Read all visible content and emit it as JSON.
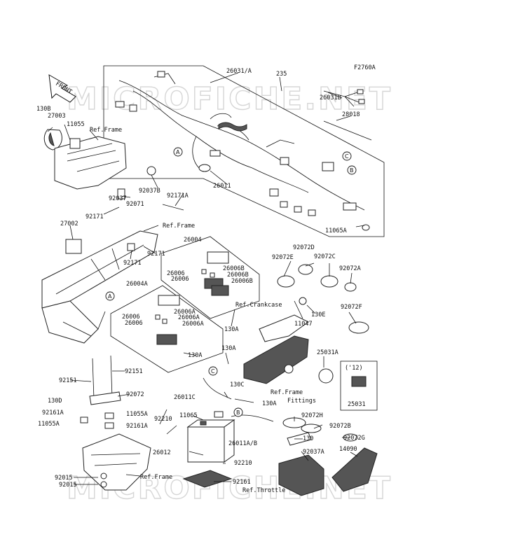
{
  "figure_code": "F2760A",
  "front_arrow": "FRONT",
  "watermark": "MICROFICHE.NET",
  "year_note": "('12)",
  "part_labels": [
    {
      "id": "l1",
      "text": "26031/A"
    },
    {
      "id": "l2",
      "text": "235"
    },
    {
      "id": "l3",
      "text": "26031B"
    },
    {
      "id": "l4",
      "text": "28018"
    },
    {
      "id": "l5",
      "text": "130B"
    },
    {
      "id": "l6",
      "text": "27003"
    },
    {
      "id": "l7",
      "text": "11055"
    },
    {
      "id": "l8",
      "text": "Ref.Frame"
    },
    {
      "id": "l9",
      "text": "26011"
    },
    {
      "id": "l10",
      "text": "92037"
    },
    {
      "id": "l11",
      "text": "92037B"
    },
    {
      "id": "l12",
      "text": "92071"
    },
    {
      "id": "l13",
      "text": "92171A"
    },
    {
      "id": "l14",
      "text": "92171"
    },
    {
      "id": "l15",
      "text": "11065A"
    },
    {
      "id": "l16",
      "text": "27002"
    },
    {
      "id": "l17",
      "text": "Ref.Frame"
    },
    {
      "id": "l18",
      "text": "26004"
    },
    {
      "id": "l19",
      "text": "92171"
    },
    {
      "id": "l20",
      "text": "92171"
    },
    {
      "id": "l21",
      "text": "26006"
    },
    {
      "id": "l22",
      "text": "26006B"
    },
    {
      "id": "l23",
      "text": "26006"
    },
    {
      "id": "l24",
      "text": "26006B"
    },
    {
      "id": "l25",
      "text": "26006B"
    },
    {
      "id": "l26",
      "text": "26004A"
    },
    {
      "id": "l27",
      "text": "26006"
    },
    {
      "id": "l28",
      "text": "26006A"
    },
    {
      "id": "l29",
      "text": "26006"
    },
    {
      "id": "l30",
      "text": "26006A"
    },
    {
      "id": "l31",
      "text": "26006A"
    },
    {
      "id": "l32",
      "text": "130A"
    },
    {
      "id": "l33",
      "text": "130A"
    },
    {
      "id": "l34",
      "text": "92072D"
    },
    {
      "id": "l35",
      "text": "92072E"
    },
    {
      "id": "l36",
      "text": "92072C"
    },
    {
      "id": "l37",
      "text": "92072A"
    },
    {
      "id": "l38",
      "text": "Ref.Crankcase"
    },
    {
      "id": "l39",
      "text": "130E"
    },
    {
      "id": "l40",
      "text": "11047"
    },
    {
      "id": "l41",
      "text": "92072F"
    },
    {
      "id": "l42",
      "text": "130A"
    },
    {
      "id": "l43",
      "text": "25031A"
    },
    {
      "id": "l44",
      "text": "92151"
    },
    {
      "id": "l45",
      "text": "92151"
    },
    {
      "id": "l46",
      "text": "92072"
    },
    {
      "id": "l47",
      "text": "26011C"
    },
    {
      "id": "l48",
      "text": "130C"
    },
    {
      "id": "l49",
      "text": "130D"
    },
    {
      "id": "l50",
      "text": "Ref.Frame"
    },
    {
      "id": "l51",
      "text": "Fittings"
    },
    {
      "id": "l52",
      "text": "25031"
    },
    {
      "id": "l53",
      "text": "130A"
    },
    {
      "id": "l54",
      "text": "92161A"
    },
    {
      "id": "l55",
      "text": "11055A"
    },
    {
      "id": "l56",
      "text": "11055A"
    },
    {
      "id": "l57",
      "text": "92161A"
    },
    {
      "id": "l58",
      "text": "92210"
    },
    {
      "id": "l59",
      "text": "11065"
    },
    {
      "id": "l60",
      "text": "92072H"
    },
    {
      "id": "l61",
      "text": "92072B"
    },
    {
      "id": "l62",
      "text": "26011A/B"
    },
    {
      "id": "l63",
      "text": "130"
    },
    {
      "id": "l64",
      "text": "92072G"
    },
    {
      "id": "l65",
      "text": "26012"
    },
    {
      "id": "l66",
      "text": "92037A"
    },
    {
      "id": "l67",
      "text": "14090"
    },
    {
      "id": "l68",
      "text": "92210"
    },
    {
      "id": "l69",
      "text": "92015"
    },
    {
      "id": "l70",
      "text": "Ref.Frame"
    },
    {
      "id": "l71",
      "text": "92015"
    },
    {
      "id": "l72",
      "text": "92161"
    },
    {
      "id": "l73",
      "text": "Ref.Throttle"
    }
  ],
  "callouts": [
    "A",
    "B",
    "C",
    "A",
    "B",
    "C"
  ]
}
